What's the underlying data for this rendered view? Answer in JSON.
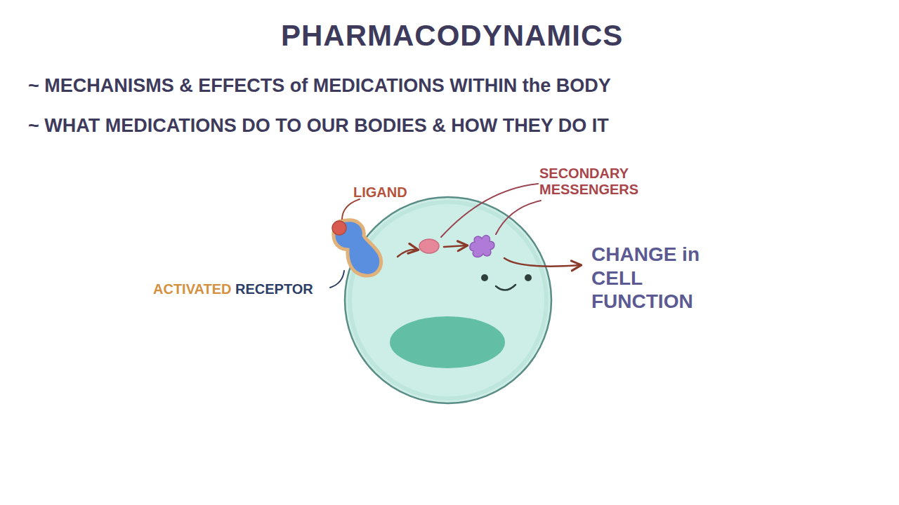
{
  "diagram": {
    "title": "PHARMACODYNAMICS",
    "labels": [
      "~ MECHANISMS & EFFECTS of MEDICATIONS WITHIN the BODY",
      "~ WHAT MEDICATIONS DO TO OUR BODIES & HOW THEY DO IT",
      "LIGAND",
      "SECONDARY MESSENGERS",
      "ACTIVATED",
      "RECEPTOR",
      "CHANGE in CELL FUNCTION"
    ]
  }
}
